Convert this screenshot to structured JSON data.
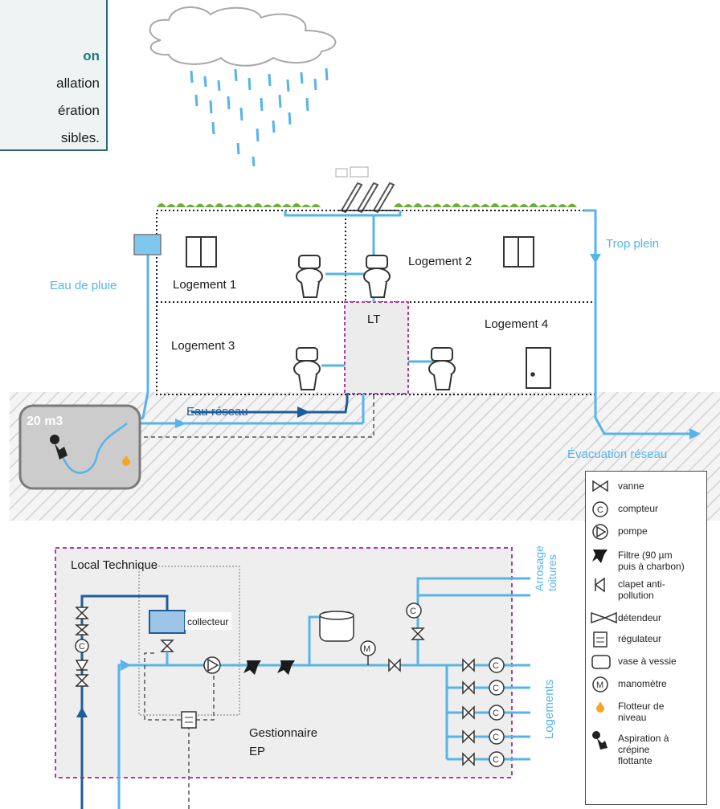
{
  "callout": {
    "lines": [
      "on",
      "allation",
      "ération",
      "sibles."
    ]
  },
  "building": {
    "rooms": [
      "Logement 1",
      "Logement 2",
      "Logement 3",
      "Logement 4"
    ],
    "technical_room": "LT"
  },
  "labels": {
    "rainwater": "Eau de pluie",
    "overflow": "Trop plein",
    "network_water": "Eau réseau",
    "network_drain": "Évacuation réseau",
    "tank_volume": "20 m3"
  },
  "local_technique": {
    "title": "Local Technique",
    "collector": "collecteur",
    "manager_line1": "Gestionnaire",
    "manager_line2": "EP",
    "roof_watering_line1": "Arrosage",
    "roof_watering_line2": "toitures",
    "housing": "Logements"
  },
  "legend": [
    {
      "icon": "valve-icon",
      "label": "vanne"
    },
    {
      "icon": "meter-icon",
      "label": "compteur"
    },
    {
      "icon": "pump-icon",
      "label": "pompe"
    },
    {
      "icon": "filter-icon",
      "label": "Filtre (90 µm",
      "label2": "puis à charbon)"
    },
    {
      "icon": "check-valve-icon",
      "label": "clapet anti-",
      "label2": "pollution"
    },
    {
      "icon": "pressure-reducer-icon",
      "label": "détendeur"
    },
    {
      "icon": "regulator-icon",
      "label": "régulateur"
    },
    {
      "icon": "bladder-tank-icon",
      "label": "vase à vessie"
    },
    {
      "icon": "manometer-icon",
      "label": "manomètre"
    },
    {
      "icon": "float-icon",
      "label": "Flotteur de",
      "label2": "niveau"
    },
    {
      "icon": "suction-strainer-icon",
      "label": "Aspiration à",
      "label2": "crépine",
      "label3": "flottante"
    }
  ],
  "colors": {
    "water_light": "#56b4e9",
    "water_dark": "#1f5c99",
    "accent": "#2b6b6f",
    "dashed_frame": "#b13b9e",
    "green_roof": "#6fae3c"
  }
}
